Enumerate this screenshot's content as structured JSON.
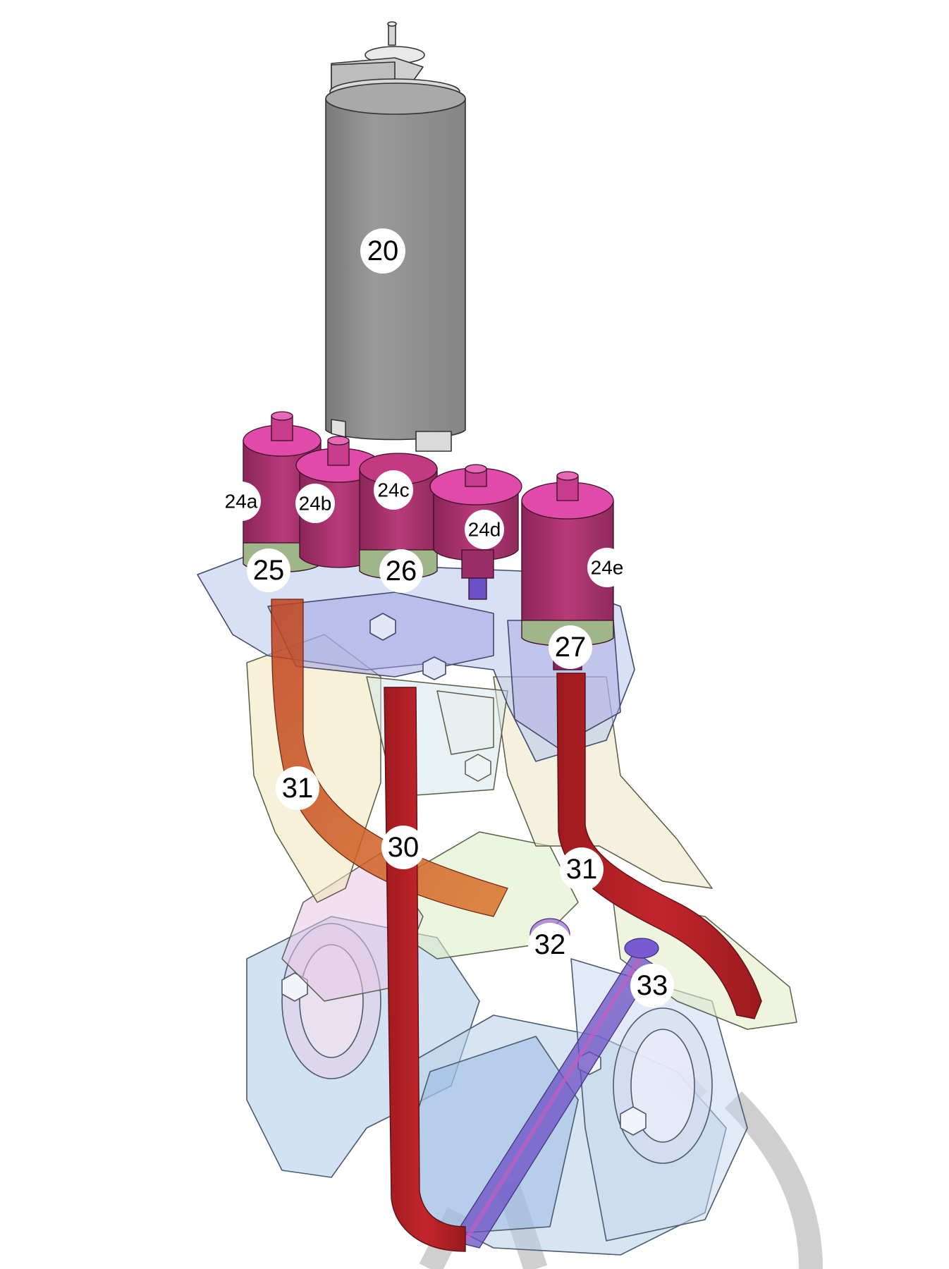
{
  "figure": {
    "callouts": [
      {
        "id": "motor",
        "label": "20"
      },
      {
        "id": "gear-a",
        "label": "24a"
      },
      {
        "id": "gear-b",
        "label": "24b"
      },
      {
        "id": "gear-c",
        "label": "24c"
      },
      {
        "id": "gear-d",
        "label": "24d"
      },
      {
        "id": "gear-e",
        "label": "24e"
      },
      {
        "id": "seat-left",
        "label": "25"
      },
      {
        "id": "seat-center",
        "label": "26"
      },
      {
        "id": "seat-right",
        "label": "27"
      },
      {
        "id": "channel-left",
        "label": "31"
      },
      {
        "id": "channel-center",
        "label": "30"
      },
      {
        "id": "channel-right",
        "label": "31"
      },
      {
        "id": "port-32",
        "label": "32"
      },
      {
        "id": "port-33",
        "label": "33"
      }
    ]
  },
  "colors": {
    "motor": "#8e8e8e",
    "gear": "#a8326e",
    "gear_top": "#e04aa8",
    "channel": "#b31e24",
    "housing_blue": "#aecbe8",
    "housing_yellow": "#efe6b8",
    "housing_green": "#dfeec6",
    "housing_pink": "#e6c7e8",
    "housing_violet": "#9c9ce0",
    "watermark": "#c8c8c8"
  }
}
